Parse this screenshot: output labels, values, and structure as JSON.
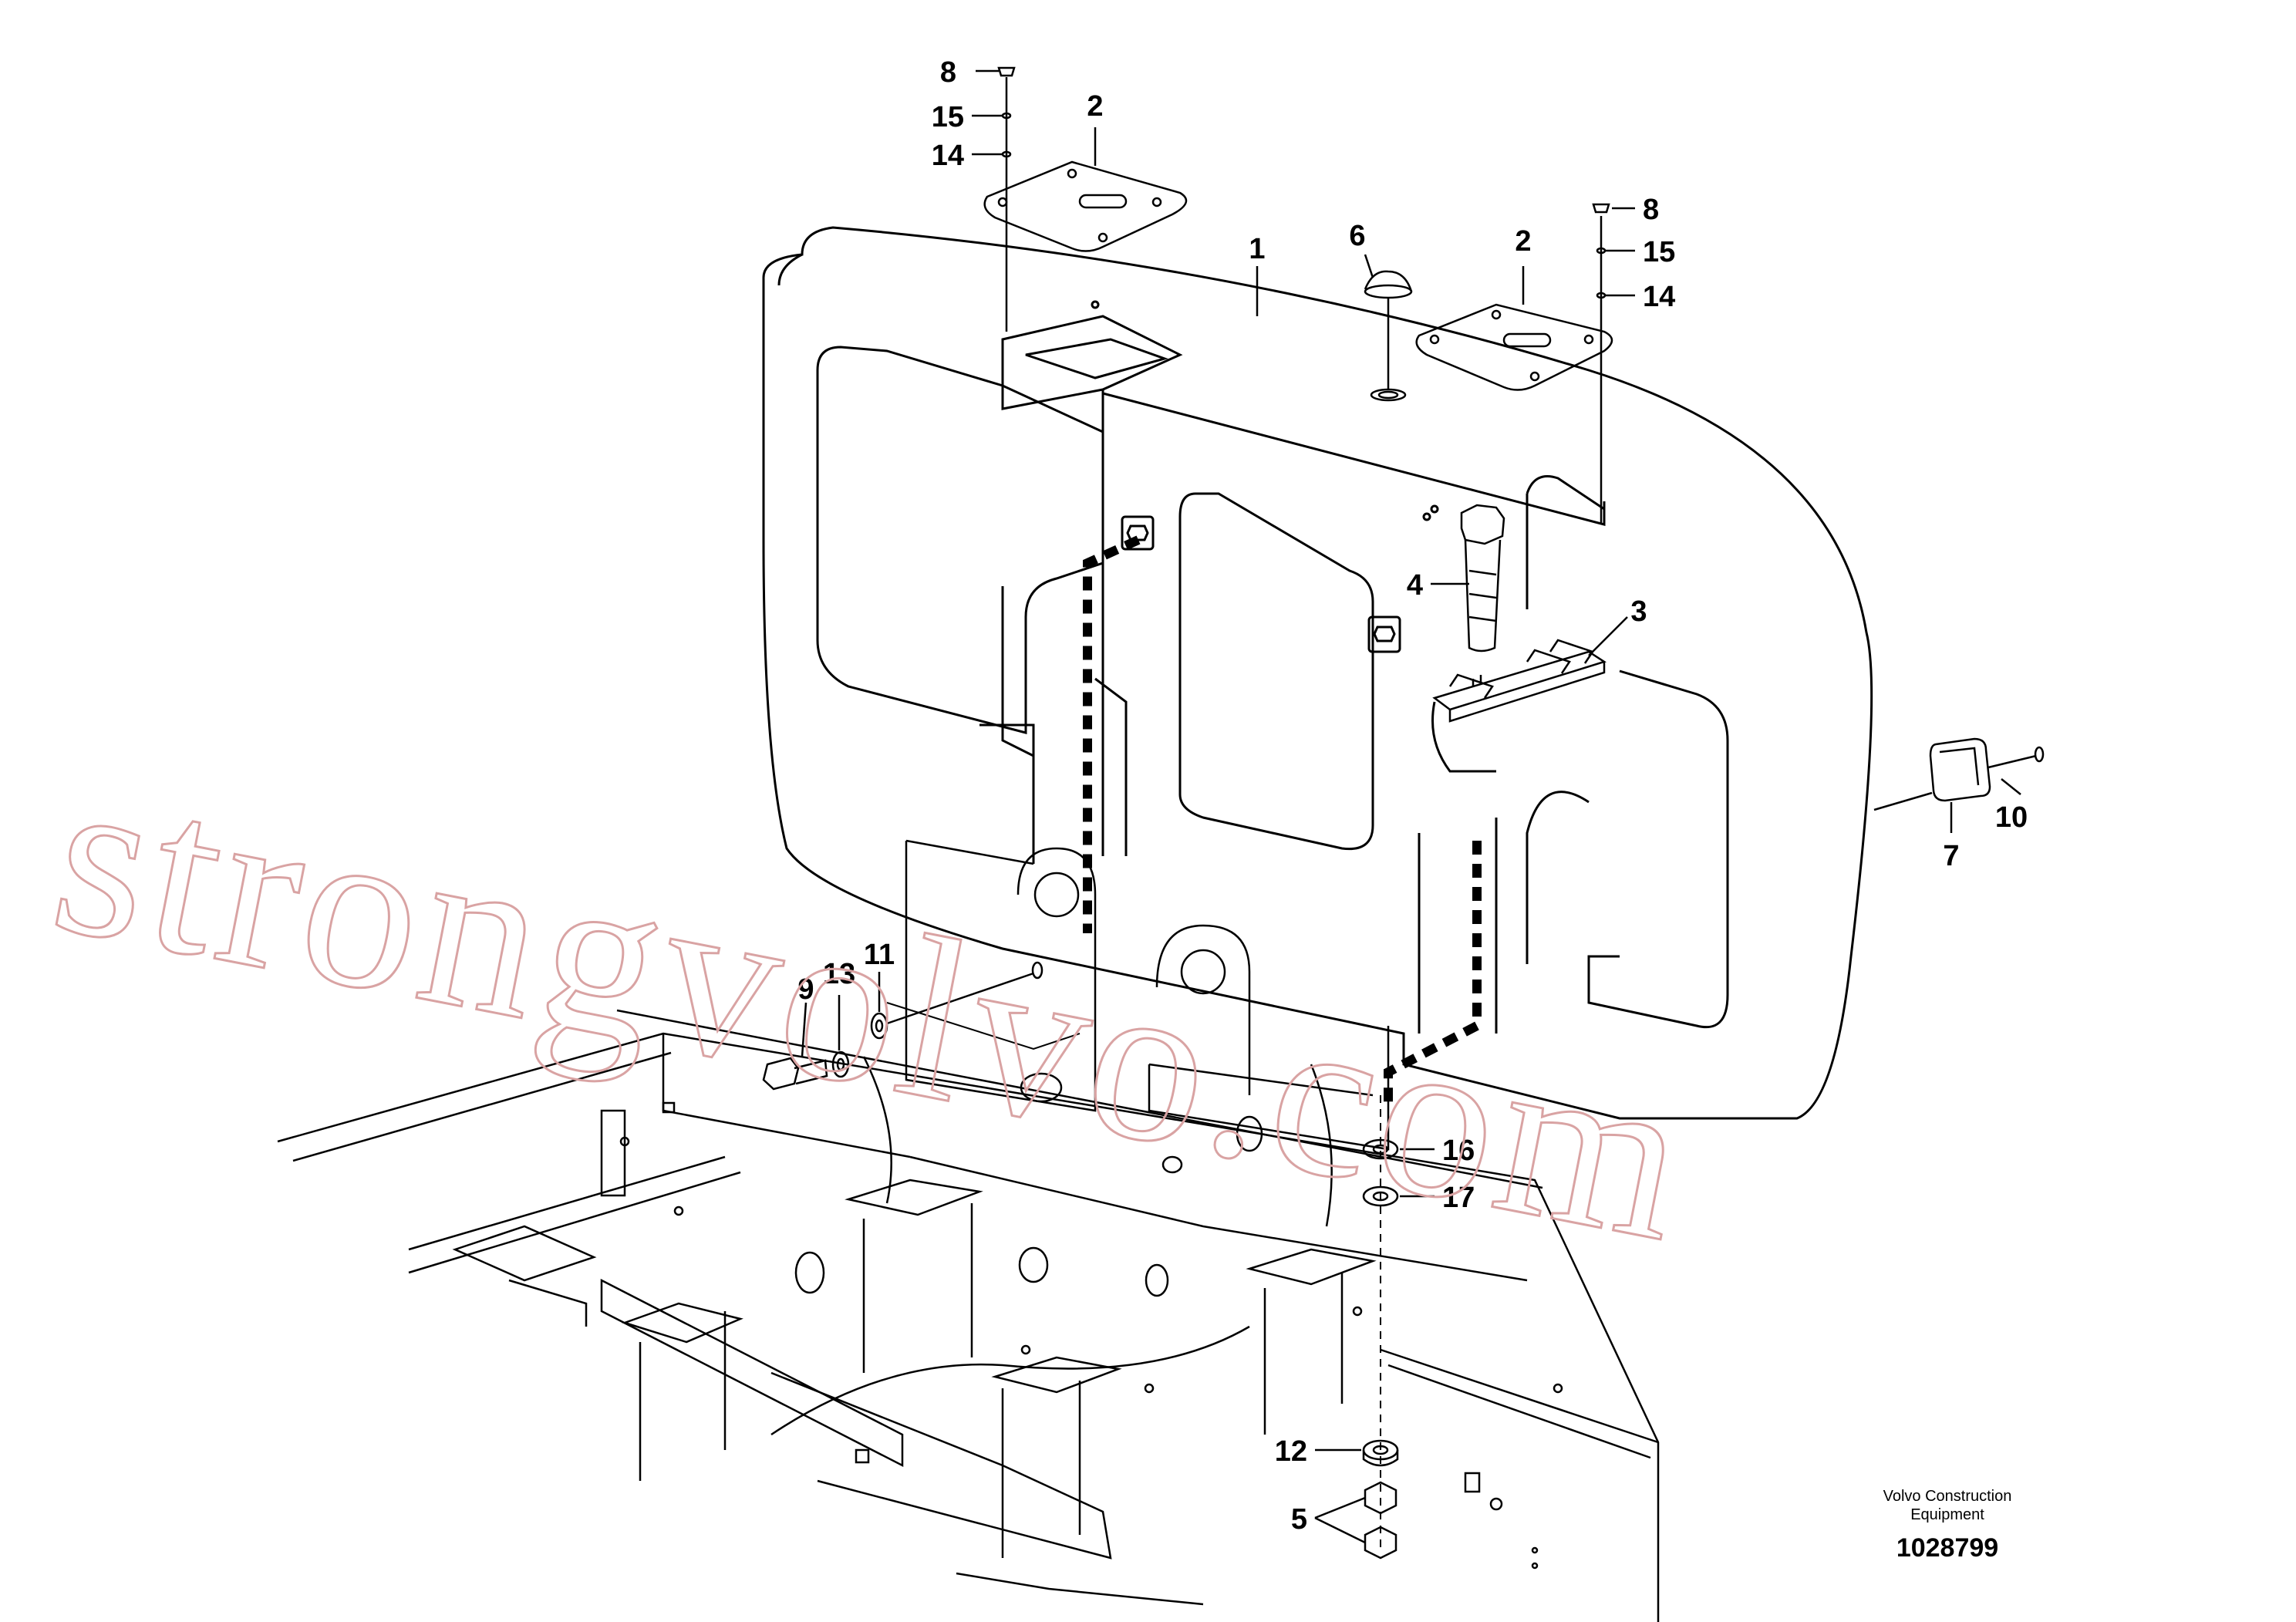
{
  "callouts": {
    "c1": "1",
    "c2a": "2",
    "c2b": "2",
    "c3": "3",
    "c4": "4",
    "c5": "5",
    "c6": "6",
    "c7": "7",
    "c8a": "8",
    "c8b": "8",
    "c9": "9",
    "c10": "10",
    "c11": "11",
    "c12": "12",
    "c13": "13",
    "c14a": "14",
    "c14b": "14",
    "c15a": "15",
    "c15b": "15",
    "c16": "16",
    "c17": "17"
  },
  "caption": {
    "company_line1": "Volvo Construction",
    "company_line2": "Equipment",
    "drawing_number": "1028799"
  },
  "watermark": "strongvolvo.com"
}
